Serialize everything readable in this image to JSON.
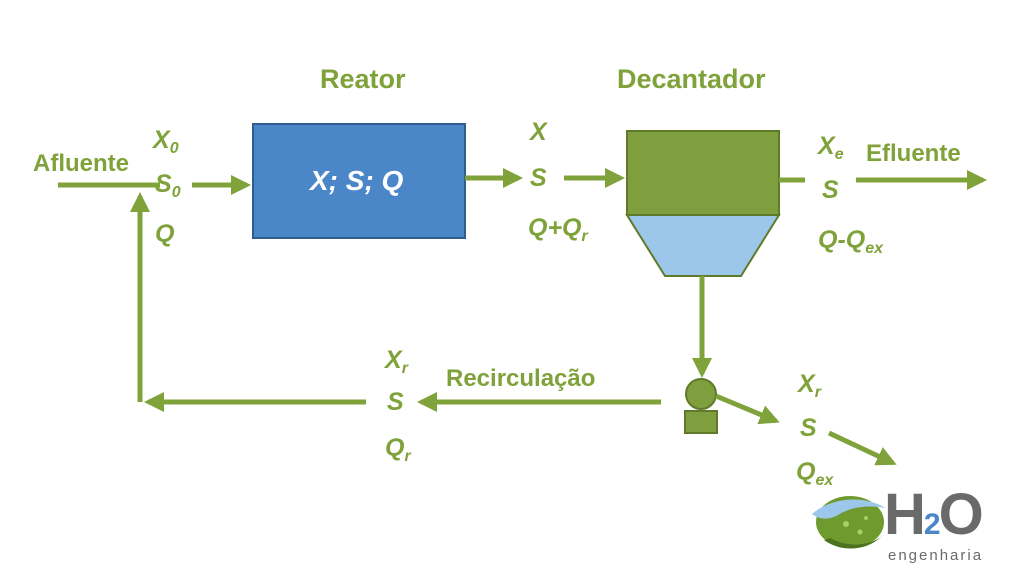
{
  "titles": {
    "reactor": "Reator",
    "settler": "Decantador"
  },
  "reactor_contents": "X; S; Q",
  "streams": {
    "influent": {
      "label": "Afluente",
      "x": "X",
      "x_sub": "0",
      "s": "S",
      "s_sub": "0",
      "q": "Q"
    },
    "reactor_out": {
      "x": "X",
      "s": "S",
      "q": "Q+Q",
      "q_sub": "r"
    },
    "effluent": {
      "label": "Efluente",
      "x": "X",
      "x_sub": "e",
      "s": "S",
      "q": "Q-Q",
      "q_sub": "ex"
    },
    "recirculation": {
      "label": "Recirculação",
      "x": "X",
      "x_sub": "r",
      "s": "S",
      "q": "Q",
      "q_sub": "r"
    },
    "excess": {
      "x": "X",
      "x_sub": "r",
      "s": "S",
      "q": "Q",
      "q_sub": "ex"
    }
  },
  "logo": {
    "main": "H",
    "sub": "2",
    "end": "O",
    "tagline": "engenharia"
  },
  "colors": {
    "accent_green": "#7fa23a",
    "reactor_blue": "#4a86c8",
    "settler_green": "#7f9f3e",
    "settler_water": "#9cc7ea",
    "logo_gray": "#6a6a6a"
  }
}
